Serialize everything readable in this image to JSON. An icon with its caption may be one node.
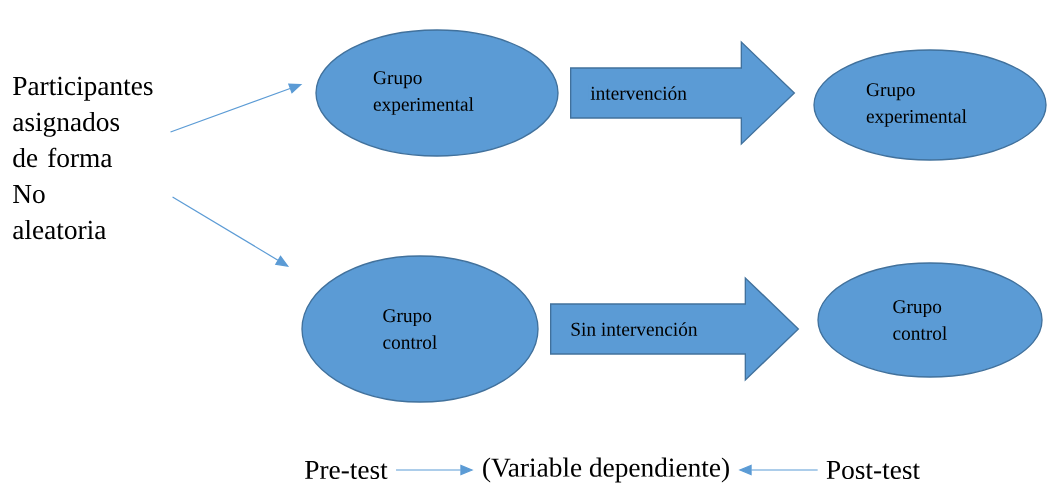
{
  "diagram": {
    "nodes": [
      {
        "text": [
          "Participantes asignados de forma No aleatoria"
        ]
      },
      {
        "text": [
          "Grupo experimental"
        ]
      },
      {
        "text": [
          "Grupo experimental"
        ]
      },
      {
        "text": [
          "Grupo control"
        ]
      },
      {
        "text": [
          "Grupo control"
        ]
      },
      {
        "text": [
          "Pre-test"
        ]
      },
      {
        "text": [
          "(Variable dependiente)"
        ]
      },
      {
        "text": [
          "Post-test"
        ]
      }
    ],
    "edges": [
      {
        "from": 0,
        "to": 1,
        "arrow": "to"
      },
      {
        "from": 0,
        "to": 3,
        "arrow": "to"
      },
      {
        "from": 1,
        "to": 2,
        "arrow": "to",
        "label": "intervención",
        "style": "thick"
      },
      {
        "from": 3,
        "to": 4,
        "arrow": "to",
        "label": "Sin intervención",
        "style": "thick"
      },
      {
        "from": 5,
        "to": 6,
        "arrow": "to"
      },
      {
        "from": 7,
        "to": 6,
        "arrow": "to"
      }
    ]
  }
}
